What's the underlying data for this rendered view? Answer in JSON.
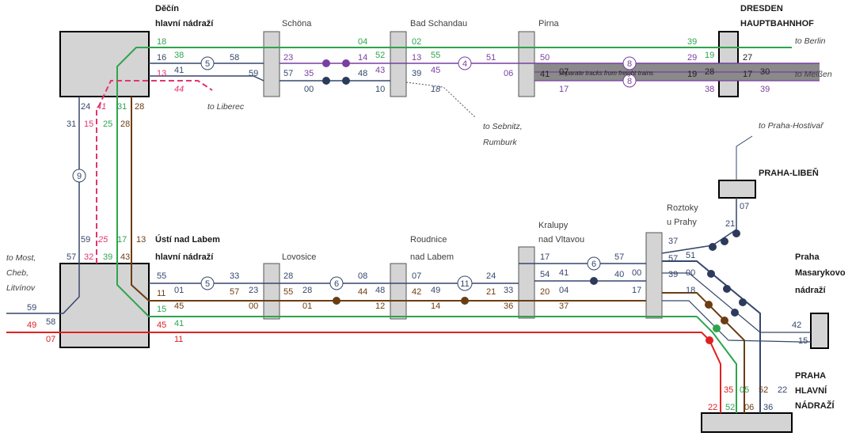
{
  "stations": {
    "decin": [
      "Děčín",
      "hlavní nádraží"
    ],
    "schona": "Schöna",
    "bad_schandau": "Bad Schandau",
    "pirna": "Pirna",
    "dresden": [
      "DRESDEN",
      "HAUPTBAHNHOF"
    ],
    "usti": [
      "Ústí nad Labem",
      "hlavní nádraží"
    ],
    "lovosice": "Lovosice",
    "roudnice": [
      "Roudnice",
      "nad Labem"
    ],
    "kralupy": [
      "Kralupy",
      "nad Vltavou"
    ],
    "roztoky": [
      "Roztoky",
      "u Prahy"
    ],
    "praha_liben": "PRAHA-LIBEŇ",
    "praha_masarykovo": [
      "Praha",
      "Masarykovo",
      "nádraží"
    ],
    "praha_hln": [
      "PRAHA",
      "HLAVNÍ",
      "NÁDRAŽÍ"
    ]
  },
  "destinations": {
    "berlin": "to Berlin",
    "meissen": "to Meißen",
    "liberec": "to Liberec",
    "sebnitz": [
      "to Sebnitz,",
      "Rumburk"
    ],
    "hostivar": "to Praha-Hostivař",
    "most": [
      "to Most,",
      "Cheb,",
      "Litvínov"
    ]
  },
  "annotations": {
    "separate_tracks": "separate tracks from freight trains"
  },
  "line_numbers": {
    "l5": "5",
    "l4": "4",
    "l8a": "8",
    "l8b": "8",
    "l9": "9",
    "l6a": "6",
    "l11": "11",
    "l6b": "6"
  },
  "colors": {
    "navy": "#36476d",
    "green": "#2ea44f",
    "purple": "#7a3fa0",
    "brown": "#6b3d12",
    "red": "#e02020",
    "pink": "#e2356e",
    "gray_box": "#d4d4d4"
  },
  "minutes": {
    "d18": "18",
    "d16": "16",
    "d38": "38",
    "d13": "13",
    "d41": "41",
    "d58": "58",
    "d44": "44",
    "d24": "24",
    "d41b": "41",
    "d31": "31",
    "d28": "28",
    "d31b": "31",
    "d15": "15",
    "d25": "25",
    "d28b": "28",
    "s23": "23",
    "s35": "35",
    "s59": "59",
    "s57": "57",
    "s00": "00",
    "s04": "04",
    "s14": "14",
    "s52": "52",
    "s48": "48",
    "s43": "43",
    "s10": "10",
    "b02": "02",
    "b13": "13",
    "b55": "55",
    "b39": "39",
    "b45": "45",
    "b18": "18",
    "b51": "51",
    "b06": "06",
    "p50": "50",
    "p41": "41",
    "p07": "07",
    "p17": "17",
    "p39": "39",
    "p29": "29",
    "p19": "19",
    "p19b": "19",
    "p28": "28",
    "p38": "38",
    "dr27": "27",
    "dr17": "17",
    "dr30": "30",
    "dr39": "39",
    "u59": "59",
    "u25": "25",
    "u17": "17",
    "u13": "13",
    "u57": "57",
    "u32": "32",
    "u39": "39",
    "u43": "43",
    "w59": "59",
    "w58": "58",
    "w49": "49",
    "w07": "07",
    "e55": "55",
    "e01": "01",
    "e33": "33",
    "e57": "57",
    "e23": "23",
    "e11": "11",
    "e45": "45",
    "e00": "00",
    "e15": "15",
    "e41": "41",
    "e45r": "45",
    "e11r": "11",
    "lo28": "28",
    "lo55": "55",
    "lo28b": "28",
    "lo01": "01",
    "lo08": "08",
    "lo44": "44",
    "lo48": "48",
    "lo12": "12",
    "r07": "07",
    "r42": "42",
    "r49": "49",
    "r14": "14",
    "r24": "24",
    "r21": "21",
    "r33": "33",
    "r36": "36",
    "k17": "17",
    "k54": "54",
    "k41": "41",
    "k20": "20",
    "k04": "04",
    "k37": "37",
    "k57": "57",
    "k40": "40",
    "k00": "00",
    "k17b": "17",
    "rz37": "37",
    "rz57": "57",
    "rz51": "51",
    "rz39": "39",
    "rz00": "00",
    "rz18": "18",
    "rz21": "21",
    "lb07": "07",
    "m42": "42",
    "m15": "15",
    "h35": "35",
    "h05": "05",
    "h52": "52",
    "h22": "22",
    "h22r": "22",
    "h52g": "52",
    "h06": "06",
    "h36": "36"
  }
}
